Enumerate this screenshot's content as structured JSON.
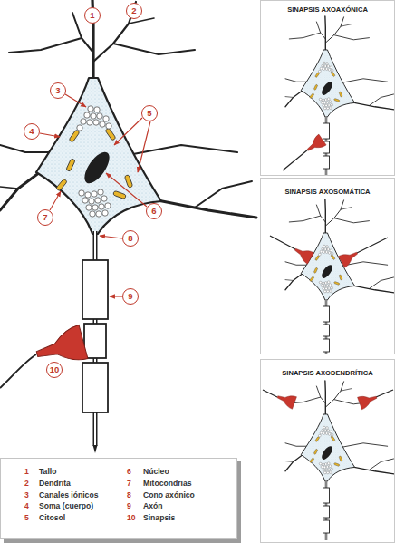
{
  "diagram": {
    "nodes": [
      {
        "text": [
          "1"
        ]
      },
      {
        "text": [
          "2"
        ]
      },
      {
        "text": [
          "3"
        ]
      },
      {
        "text": [
          "4"
        ]
      },
      {
        "text": [
          "5"
        ]
      },
      {
        "text": [
          "6"
        ]
      },
      {
        "text": [
          "7"
        ]
      },
      {
        "text": [
          "8"
        ]
      },
      {
        "text": [
          "9"
        ]
      },
      {
        "text": [
          "10"
        ]
      },
      {
        "text": [
          "SINAPSIS AXOAXÓNICA"
        ]
      },
      {
        "text": [
          "SINAPSIS AXOSOMÁTICA"
        ]
      },
      {
        "text": [
          "SINAPSIS AXODENDRÍTICA"
        ]
      },
      {
        "text": [
          "1",
          "Tallo",
          "2",
          "Dendrita",
          "3",
          "Canales iónicos",
          "4",
          "Soma (cuerpo)",
          "5",
          "Citosol",
          "6",
          "Núcleo",
          "7",
          "Mitocondrias",
          "8",
          "Cono axónico",
          "9",
          "Axón",
          "10",
          "Sinapsis"
        ]
      }
    ]
  }
}
